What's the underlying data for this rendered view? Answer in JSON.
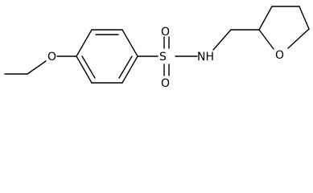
{
  "molecule": {
    "atoms": {
      "ether_oxygen": "O",
      "sulfur": "S",
      "sulfonyl_oxygen_top": "O",
      "sulfonyl_oxygen_bottom": "O",
      "amide_nh": "NH",
      "ring_oxygen": "O"
    },
    "colors": {
      "bond": "#000000",
      "label": "#000000",
      "background": "#ffffff"
    }
  }
}
